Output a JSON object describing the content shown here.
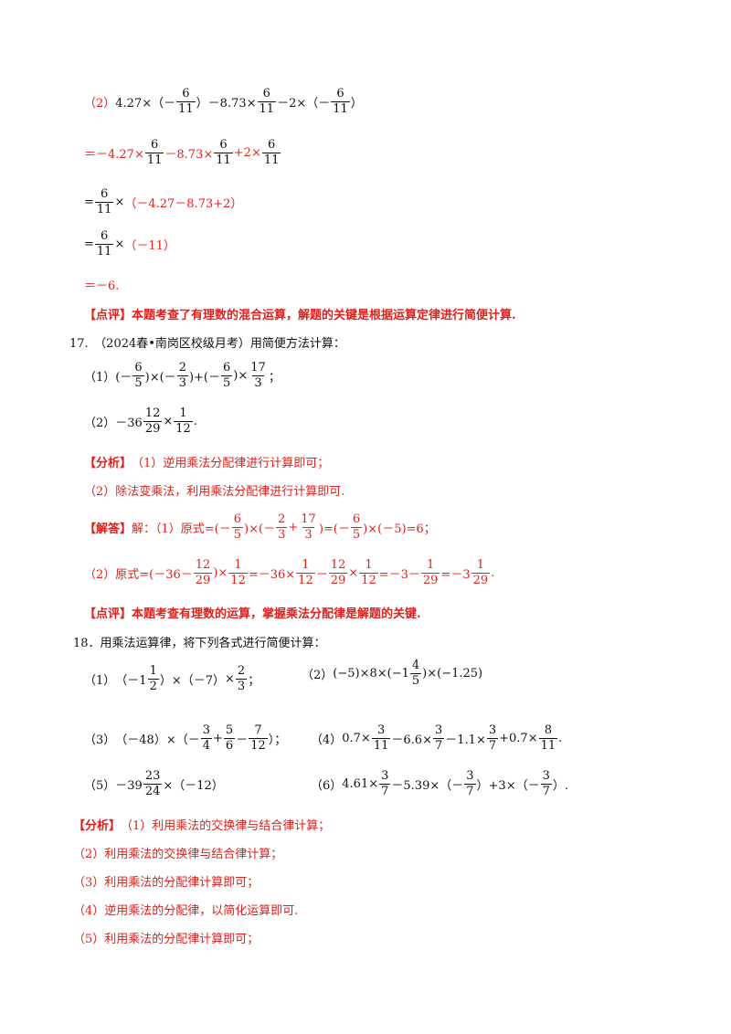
{
  "colors": {
    "accent_red": "#e0201c",
    "text": "#111111"
  },
  "p16": {
    "l1": {
      "label": "（2）",
      "a": "4.27×（－",
      "f1n": "6",
      "f1d": "11",
      "b": "）－8.73×",
      "f2n": "6",
      "f2d": "11",
      "c": "－2×（－",
      "f3n": "6",
      "f3d": "11",
      "e": "）"
    },
    "l2": {
      "a": "＝－4.27×",
      "f1n": "6",
      "f1d": "11",
      "b": "－8.73×",
      "f2n": "6",
      "f2d": "11",
      "c": "+2×",
      "f3n": "6",
      "f3d": "11"
    },
    "l3": {
      "a": "=",
      "fn": "6",
      "fd": "11",
      "b": "×",
      "c": "（－4.27－8.73+2）"
    },
    "l4": {
      "a": "=",
      "fn": "6",
      "fd": "11",
      "b": "×",
      "c": "（－11）"
    },
    "l5": "＝－6.",
    "comment_tag": "【点评】",
    "comment": "本题考查了有理数的混合运算，解题的关键是根据运算定律进行简便计算."
  },
  "p17": {
    "title": "17.　（2024春•南岗区校级月考）用简便方法计算：",
    "q1": {
      "label": "（1）",
      "a": "(－",
      "f1n": "6",
      "f1d": "5",
      "b": ")×(－",
      "f2n": "2",
      "f2d": "3",
      "c": ")+(－",
      "f3n": "6",
      "f3d": "5",
      "d": ")×",
      "f4n": "17",
      "f4d": "3",
      "e": "；"
    },
    "q2": {
      "label": "（2）",
      "a": "－36",
      "fn": "12",
      "fd": "29",
      "b": "×",
      "f2n": "1",
      "f2d": "12",
      "c": "."
    },
    "analysis_tag": "【分析】",
    "analysis1": "（1）逆用乘法分配律进行计算即可；",
    "analysis2": "（2）除法变乘法，利用乘法分配律进行计算即可.",
    "answer_tag": "【解答】",
    "ans1": {
      "a": "解：（1）原式=(－",
      "f1n": "6",
      "f1d": "5",
      "b": ")×(－",
      "f2n": "2",
      "f2d": "3",
      "c": "+",
      "f3n": "17",
      "f3d": "3",
      "d": ")=(－",
      "f4n": "6",
      "f4d": "5",
      "e": ")×(－5)=6；"
    },
    "ans2": {
      "a": "（2）原式=(－36－",
      "f1n": "12",
      "f1d": "29",
      "b": ")×",
      "f2n": "1",
      "f2d": "12",
      "c": "=－36×",
      "f3n": "1",
      "f3d": "12",
      "d": "－",
      "f4n": "12",
      "f4d": "29",
      "e": "×",
      "f5n": "1",
      "f5d": "12",
      "f": "=－3－",
      "f6n": "1",
      "f6d": "29",
      "g": "=－3",
      "f7n": "1",
      "f7d": "29",
      "h": "."
    },
    "comment_tag": "【点评】",
    "comment": "本题考查有理数的运算，掌握乘法分配律是解题的关键."
  },
  "p18": {
    "title": "18．用乘法运算律，将下列各式进行简便计算：",
    "q1": {
      "label": "（1）",
      "a": "（－1",
      "fn": "1",
      "fd": "2",
      "b": "）×（－7）",
      "c": "×",
      "f2n": "2",
      "f2d": "3",
      "d": "；"
    },
    "q2": {
      "label": "（2）",
      "a": "(−5)×8×(−1",
      "fn": "4",
      "fd": "5",
      "b": ")×(−1.25)"
    },
    "q3": {
      "label": "（3）",
      "a": "（－48）×（－",
      "f1n": "3",
      "f1d": "4",
      "b": "+",
      "f2n": "5",
      "f2d": "6",
      "c": "－",
      "f3n": "7",
      "f3d": "12",
      "d": "）；"
    },
    "q4": {
      "label": "（4）",
      "a": "0.7×",
      "f1n": "3",
      "f1d": "11",
      "b": "－6.6×",
      "f2n": "3",
      "f2d": "7",
      "c": "－1.1×",
      "f3n": "3",
      "f3d": "7",
      "d": "+0.7×",
      "f4n": "8",
      "f4d": "11",
      "e": "."
    },
    "q5": {
      "label": "（5）",
      "a": "－39",
      "fn": "23",
      "fd": "24",
      "b": "×（－12）"
    },
    "q6": {
      "label": "（6）",
      "a": "4.61×",
      "f1n": "3",
      "f1d": "7",
      "b": "－5.39×（－",
      "f2n": "3",
      "f2d": "7",
      "c": "）+3×（－",
      "f3n": "3",
      "f3d": "7",
      "d": "）."
    },
    "analysis_tag": "【分析】",
    "a1": "（1）利用乘法的交换律与结合律计算；",
    "a2": "（2）利用乘法的交换律与结合律计算；",
    "a3": "（3）利用乘法的分配律计算即可；",
    "a4": "（4）逆用乘法的分配律，以简化运算即可.",
    "a5": "（5）利用乘法的分配律计算即可；"
  }
}
